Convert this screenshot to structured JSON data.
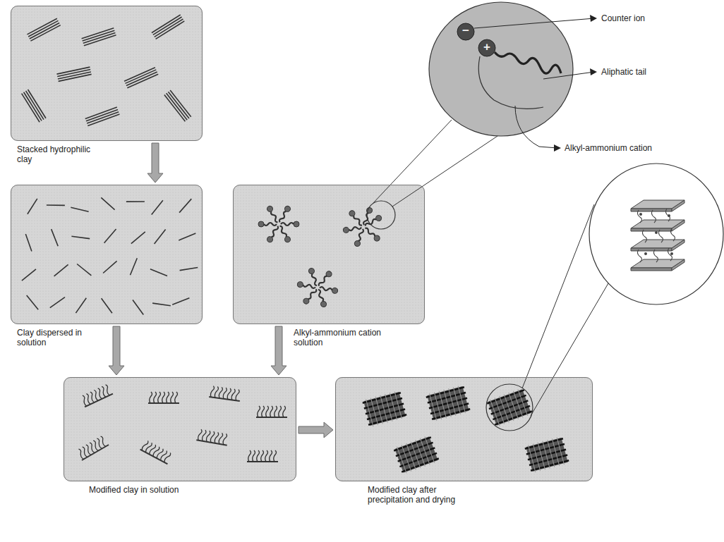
{
  "diagram": {
    "nodes": [
      {
        "text": [
          "Stacked hydrophilic clay"
        ]
      },
      {
        "text": [
          "Clay dispersed in solution"
        ]
      },
      {
        "text": [
          "Alkyl-ammonium cation solution"
        ]
      },
      {
        "text": [
          "Modified clay in solution"
        ]
      },
      {
        "text": [
          "Modified clay after precipitation and drying"
        ]
      }
    ],
    "edges": [
      {
        "from": 0,
        "to": 1,
        "arrow": "to"
      },
      {
        "from": 1,
        "to": 3,
        "arrow": "to"
      },
      {
        "from": 2,
        "to": 3,
        "arrow": "to"
      },
      {
        "from": 3,
        "to": 4,
        "arrow": "to"
      }
    ],
    "labels": [
      "−",
      "+",
      "Counter ion",
      "Aliphatic tail",
      "Alkyl-ammonium cation"
    ]
  }
}
